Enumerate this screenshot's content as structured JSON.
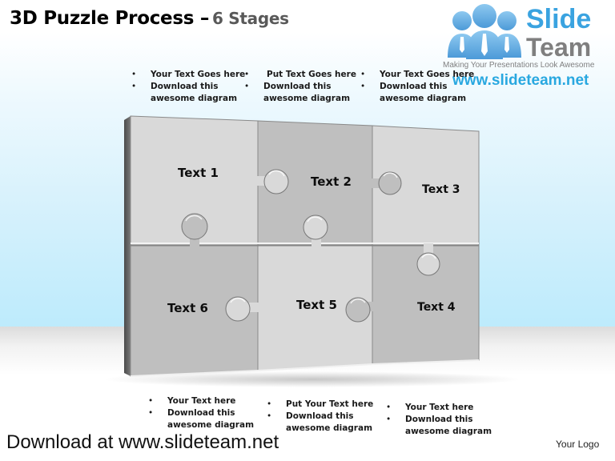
{
  "title": {
    "main": "3D Puzzle Process –",
    "sub": "6 Stages"
  },
  "logo": {
    "brand_top": "Slide",
    "brand_bottom": "Team",
    "tagline": "Making Your Presentations Look Awesome",
    "url": "www.slideteam.net",
    "icon": "people-group-icon",
    "colors": {
      "blue": "#3aa3e0",
      "gray": "#7f7f7f",
      "url_blue": "#29a8e0"
    }
  },
  "top_notes": [
    {
      "line1": "Your Text Goes here",
      "line2": "Download this",
      "line3": "awesome diagram"
    },
    {
      "line1": "Put Text Goes here",
      "line2": "Download this",
      "line3": "awesome diagram"
    },
    {
      "line1": "Your Text Goes here",
      "line2": "Download this",
      "line3": "awesome diagram"
    }
  ],
  "bottom_notes": [
    {
      "line1": "Your Text  here",
      "line2": "Download this",
      "line3": "awesome diagram"
    },
    {
      "line1": "Put Your Text  here",
      "line2": "Download this",
      "line3": "awesome diagram"
    },
    {
      "line1": "Your Text  here",
      "line2": "Download this",
      "line3": "awesome diagram"
    }
  ],
  "puzzle": {
    "pieces": [
      {
        "label": "Text 1",
        "shade": "#d9d9d9"
      },
      {
        "label": "Text 2",
        "shade": "#bfbfbf"
      },
      {
        "label": "Text 3",
        "shade": "#d9d9d9"
      },
      {
        "label": "Text 4",
        "shade": "#bfbfbf"
      },
      {
        "label": "Text 5",
        "shade": "#d9d9d9"
      },
      {
        "label": "Text 6",
        "shade": "#bfbfbf"
      }
    ],
    "edge_color": "#595959"
  },
  "footer": {
    "download": "Download at www.slideteam.net",
    "logo_placeholder": "Your Logo"
  }
}
